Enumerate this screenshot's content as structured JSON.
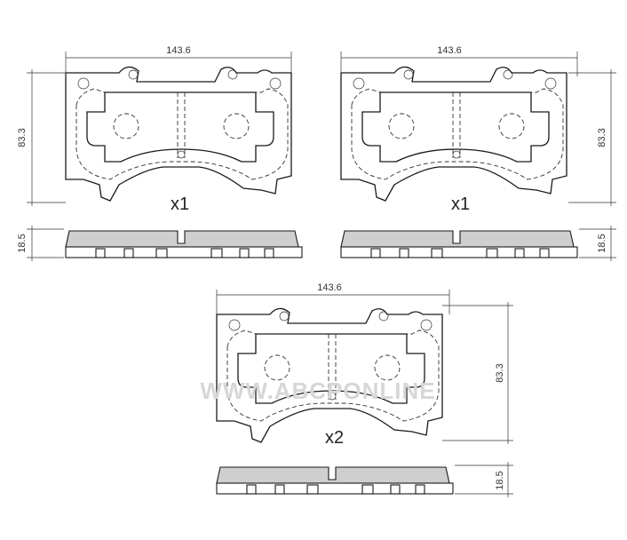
{
  "diagram": {
    "pads": [
      {
        "name": "top-left-pad",
        "width_label": "143.6",
        "height_label": "83.3",
        "thickness_label": "18.5",
        "quantity": "x1"
      },
      {
        "name": "top-right-pad",
        "width_label": "143.6",
        "height_label": "83.3",
        "thickness_label": "18.5",
        "quantity": "x1"
      },
      {
        "name": "bottom-center-pad",
        "width_label": "143.6",
        "height_label": "83.3",
        "thickness_label": "18.5",
        "quantity": "x2"
      }
    ],
    "watermark": "WWW.ABCPONLINE"
  }
}
